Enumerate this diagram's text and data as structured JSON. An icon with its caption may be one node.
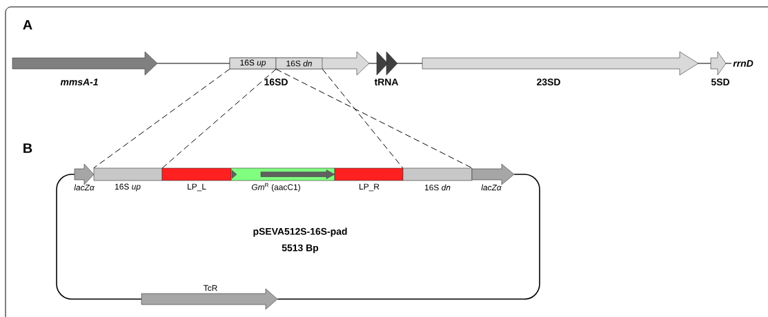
{
  "diagram": {
    "nodes": [
      {
        "text": [
          "*mmsA-1*"
        ]
      },
      {
        "text": [
          "16SD"
        ]
      },
      {
        "text": [
          "16S *up*"
        ],
        "in": 1
      },
      {
        "text": [
          "16S *dn*"
        ],
        "in": 1
      },
      {
        "text": [
          "tRNA"
        ]
      },
      {
        "text": [
          "23SD"
        ]
      },
      {
        "text": [
          "5SD"
        ]
      },
      {
        "text": [
          "lacZα"
        ]
      },
      {
        "text": [
          "16S *up*"
        ]
      },
      {
        "text": [
          "LP_L"
        ]
      },
      {
        "text": [
          "*Gm*$^{R}$ (aacC1)"
        ]
      },
      {
        "text": [
          "LP_R"
        ]
      },
      {
        "text": [
          "16S *dn*"
        ]
      },
      {
        "text": [
          "lacZα"
        ]
      },
      {
        "text": [
          "TcR"
        ]
      }
    ],
    "edges": [
      {
        "from": 2,
        "to": 8,
        "arrow": "none",
        "style": "dashed"
      },
      {
        "from": 2,
        "to": 8,
        "arrow": "none",
        "style": "dashed"
      },
      {
        "from": 3,
        "to": 12,
        "arrow": "none",
        "style": "dashed"
      },
      {
        "from": 3,
        "to": 12,
        "arrow": "none",
        "style": "dashed"
      },
      {
        "from": 13,
        "to": 14,
        "arrow": "none"
      },
      {
        "from": 14,
        "to": 7,
        "arrow": "none"
      }
    ],
    "labels": [
      "A",
      "rrnD",
      "B",
      "pSEVA512S-16S-pad",
      "5513 Bp"
    ]
  }
}
